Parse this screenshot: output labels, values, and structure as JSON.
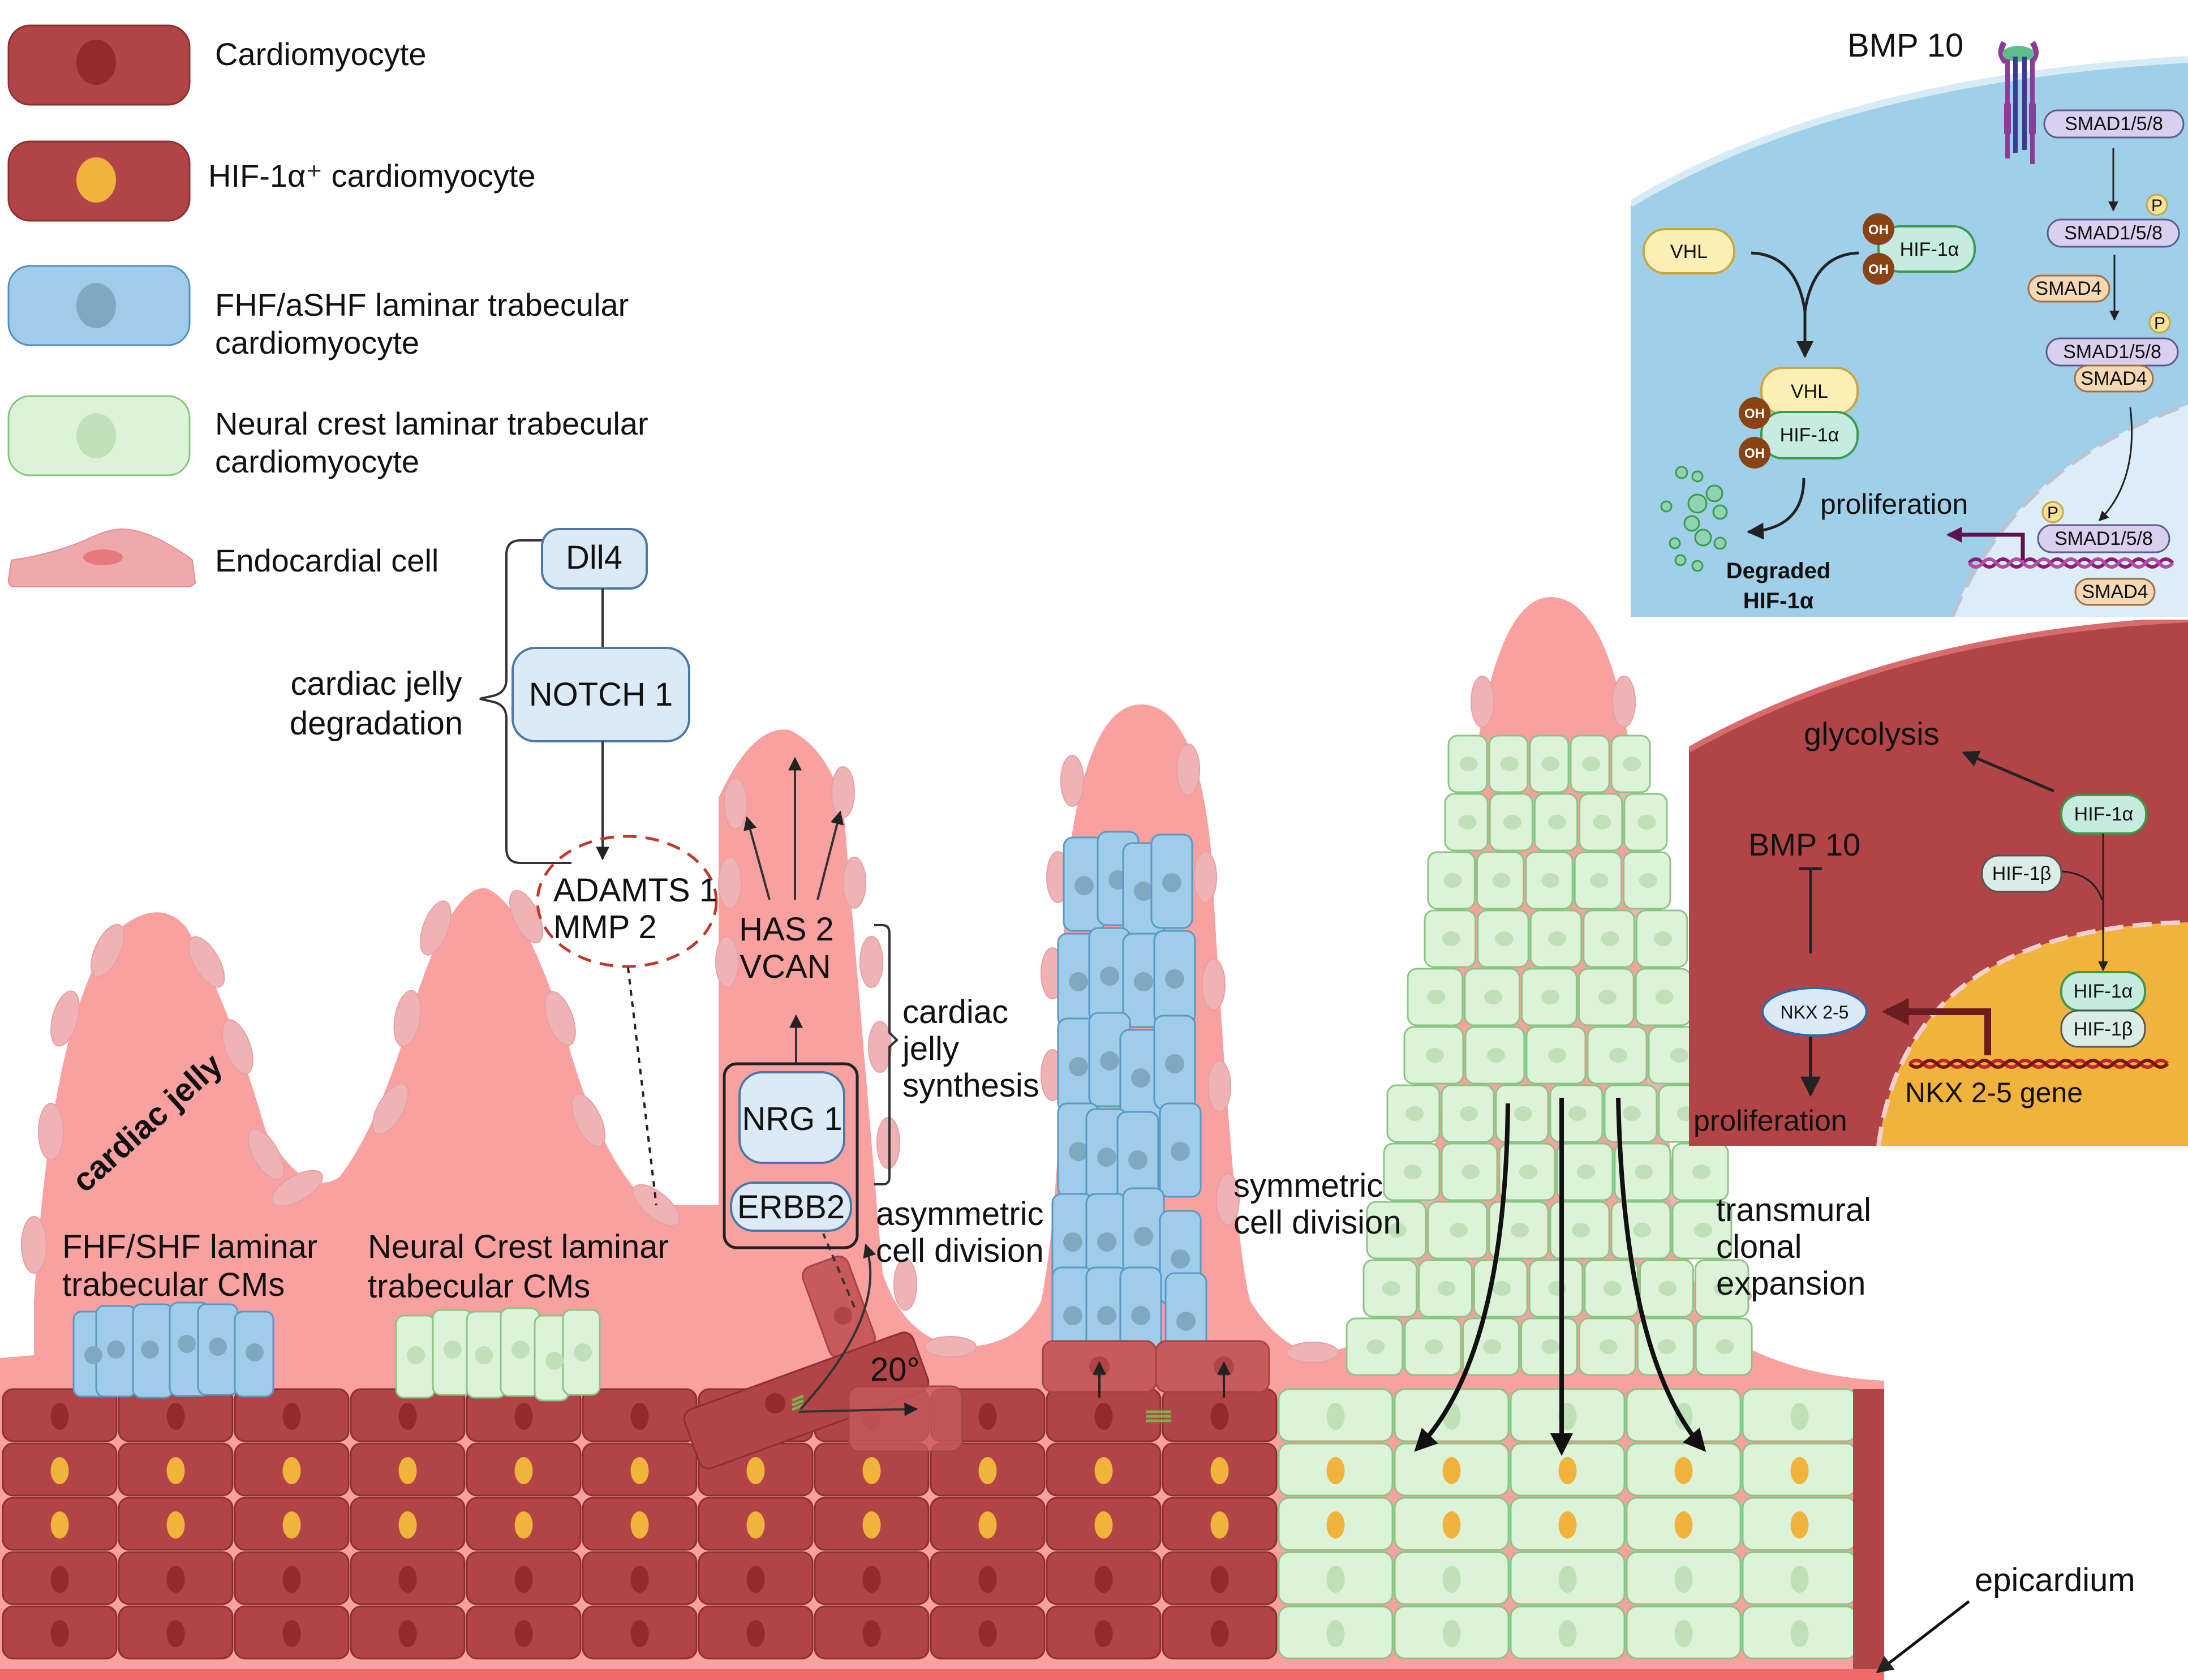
{
  "legend": {
    "items": [
      {
        "label": "Cardiomyocyte",
        "kind": "cardiomyocyte"
      },
      {
        "label": "HIF-1α⁺ cardiomyocyte",
        "kind": "hif-cardiomyocyte"
      },
      {
        "label_line1": "FHF/aSHF laminar trabecular",
        "label_line2": "cardiomyocyte",
        "kind": "fhf-cardiomyocyte"
      },
      {
        "label_line1": "Neural crest  laminar trabecular",
        "label_line2": "cardiomyocyte",
        "kind": "neural-crest-cardiomyocyte"
      },
      {
        "label": "Endocardial cell",
        "kind": "endocardial-cell"
      }
    ]
  },
  "notch_pathway": {
    "dll4": "Dll4",
    "notch1": "NOTCH 1",
    "adamts1": "ADAMTS 1",
    "mmp2": "MMP 2",
    "bracket_label_line1": "cardiac jelly",
    "bracket_label_line2": "degradation"
  },
  "nrg_pathway": {
    "has2": "HAS 2",
    "vcan": "VCAN",
    "nrg1": "NRG 1",
    "erbb2": "ERBB2",
    "bracket_label_line1": "cardiac",
    "bracket_label_line2": "jelly",
    "bracket_label_line3": "synthesis"
  },
  "annotations": {
    "cardiac_jelly": "cardiac jelly",
    "fhf_line1": "FHF/SHF laminar",
    "fhf_line2": "trabecular CMs",
    "nc_line1": "Neural Crest laminar",
    "nc_line2": "trabecular CMs",
    "asym_line1": "asymmetric",
    "asym_line2": "cell division",
    "sym_line1": "symmetric",
    "sym_line2": "cell division",
    "trans_line1": "transmural",
    "trans_line2": "clonal",
    "trans_line3": "expansion",
    "angle": "20°",
    "epicardium": "epicardium"
  },
  "bmp_panel": {
    "title": "BMP 10",
    "vhl": "VHL",
    "hif1a": "HIF-1α",
    "oh": "OH",
    "smad158": "SMAD1/5/8",
    "smad4": "SMAD4",
    "p": "P",
    "proliferation": "proliferation",
    "degraded_line1": "Degraded",
    "degraded_line2": "HIF-1α"
  },
  "hif_panel": {
    "glycolysis": "glycolysis",
    "bmp10": "BMP 10",
    "hif1a": "HIF-1α",
    "hif1b": "HIF-1β",
    "nkx25": "NKX 2-5",
    "nkx_gene": "NKX 2-5 gene",
    "proliferation": "proliferation"
  },
  "colors": {
    "cardiomyocyte": "#b04446",
    "cardiomyocyte_nucleus": "#932a2c",
    "hif_nucleus": "#f2b33d",
    "fhf": "#9fcde9",
    "fhf_nucleus": "#7fa9c3",
    "neural_crest": "#dcf3d8",
    "neural_crest_nucleus": "#bfe0b9",
    "cardiac_jelly": "#f9a0a0",
    "endocardial": "#efb3b6",
    "bmp_cytoplasm": "#a0cfea",
    "bmp_nucleus": "#dcedf7",
    "nucleus_orange": "#f2b33d"
  }
}
